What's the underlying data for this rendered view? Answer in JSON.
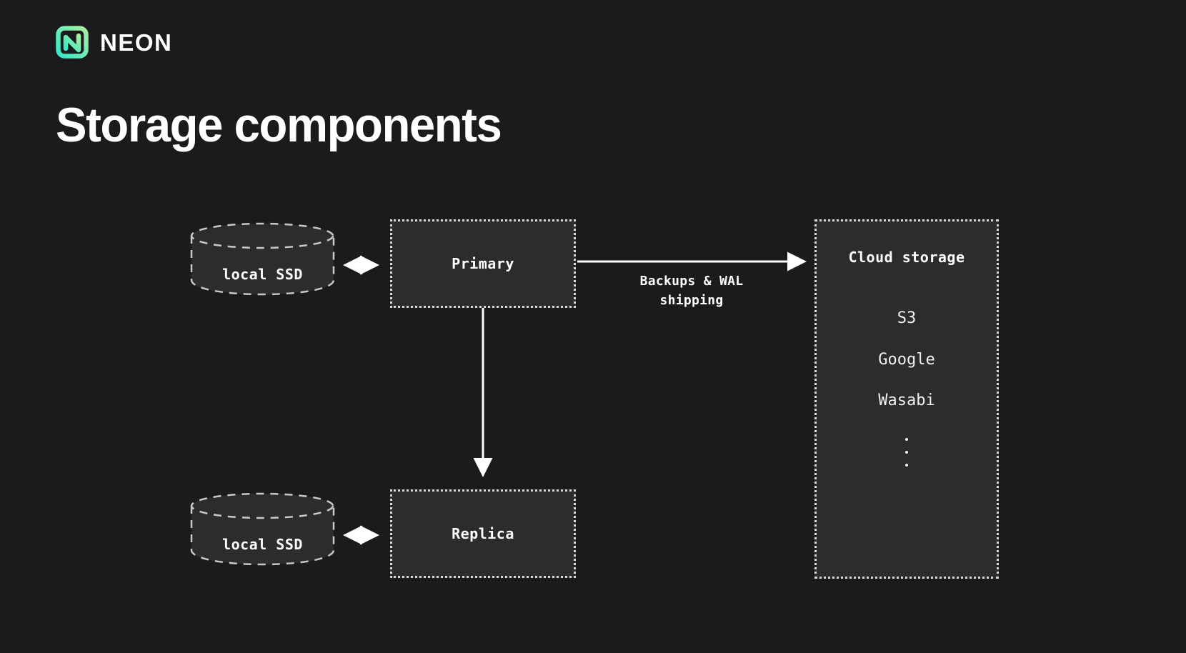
{
  "theme": {
    "background": "#1b1b1d",
    "box_fill": "#2c2c2c",
    "border": "#d8d8d8",
    "text": "#ffffff",
    "brand_gradient_start": "#32e8c8",
    "brand_gradient_end": "#9ae89a"
  },
  "brand": {
    "wordmark": "NEON",
    "mark_name": "neon-logo-mark"
  },
  "title": "Storage components",
  "diagram": {
    "nodes": {
      "ssd_primary": {
        "label": "local SSD"
      },
      "ssd_replica": {
        "label": "local SSD"
      },
      "primary": {
        "label": "Primary"
      },
      "replica": {
        "label": "Replica"
      },
      "cloud": {
        "title": "Cloud storage",
        "items": [
          "S3",
          "Google",
          "Wasabi"
        ],
        "ellipsis_dots": 3
      }
    },
    "edges": {
      "primary_to_cloud": {
        "label_line1": "Backups & WAL",
        "label_line2": "shipping"
      },
      "ssd_primary_link": {
        "label": ""
      },
      "ssd_replica_link": {
        "label": ""
      },
      "primary_to_replica": {
        "label": ""
      }
    }
  }
}
